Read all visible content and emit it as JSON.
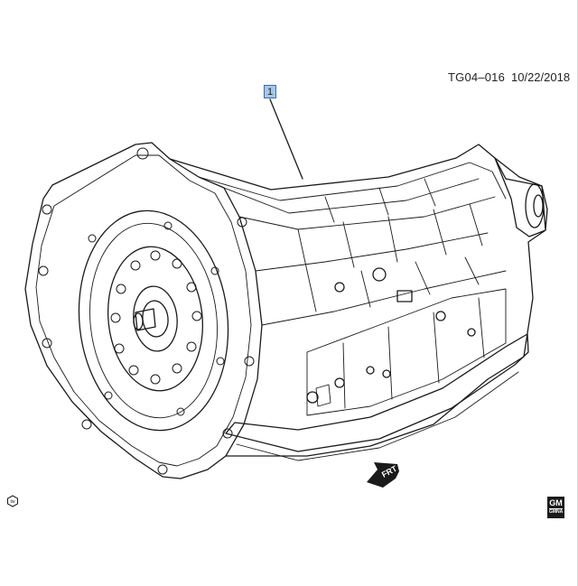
{
  "header": {
    "drawing_id": "TG04–016",
    "date": "10/22/2018"
  },
  "callouts": [
    {
      "label": "1"
    }
  ],
  "direction_indicator": {
    "label": "FRT",
    "icon": "front-arrow-icon"
  },
  "footer": {
    "left_symbol_label": "tw",
    "left_symbol_icon": "hexagon-symbol-icon",
    "logo_text": "GM",
    "logo_subtext": "GMNA"
  },
  "colors": {
    "callout_fill": "#a8c6e6",
    "callout_border": "#3b6ea5",
    "line_art": "#1a1a1a"
  }
}
